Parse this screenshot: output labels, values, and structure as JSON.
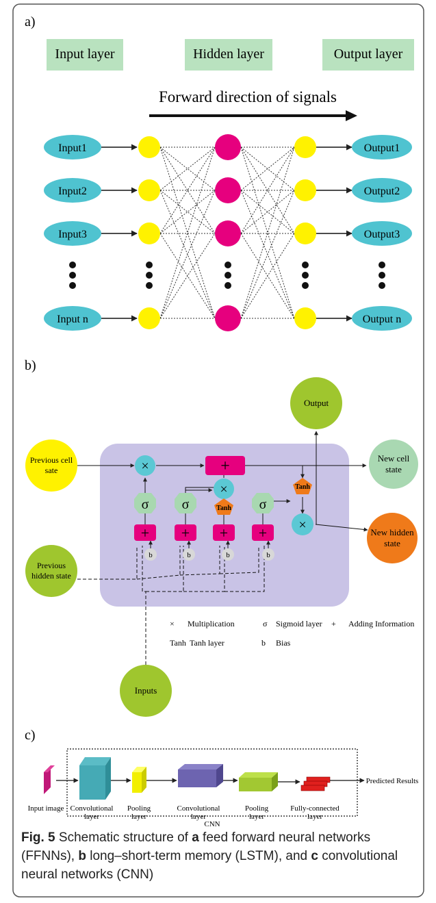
{
  "panel_a": {
    "label": "a)",
    "layers": [
      "Input layer",
      "Hidden layer",
      "Output layer"
    ],
    "direction": "Forward direction of signals",
    "inputs": [
      "Input1",
      "Input2",
      "Input3",
      "Input n"
    ],
    "outputs": [
      "Output1",
      "Output2",
      "Output3",
      "Output n"
    ],
    "colors": {
      "ellipse": "#4fc3d0",
      "node_yellow": "#fff200",
      "node_hidden": "#e6007e",
      "layer_box": "#b9e2bf"
    }
  },
  "panel_b": {
    "label": "b)",
    "output": "Output",
    "previous_cell": "Previous cell sate",
    "new_cell": "New cell state",
    "previous_hidden": "Previous hidden state",
    "new_hidden": "New hidden state",
    "inputs": "Inputs",
    "sigma": "σ",
    "tanh": "Tanh",
    "plus": "+",
    "times": "×",
    "bias": "b",
    "legend": {
      "mult_sym": "×",
      "mult": "Multiplication",
      "sig_sym": "σ",
      "sig": "Sigmoid layer",
      "add_sym": "+",
      "add": "Adding Information",
      "tanh_sym": "Tanh",
      "tanh": "Tanh layer",
      "bias_sym": "b",
      "bias": "Bias"
    },
    "colors": {
      "cell_bg": "#c9c3e6",
      "adder": "#e6007e",
      "mult": "#5bc8d4",
      "sigma": "#a8d8b0",
      "tanh": "#ef7a1a"
    }
  },
  "panel_c": {
    "label": "c)",
    "stages": [
      "Input image",
      "Convolutional layer",
      "Pooling layer",
      "Convolutional layer",
      "Pooling layer",
      "Fully-connected layer"
    ],
    "result": "Predicted Results",
    "cnn": "CNN"
  },
  "caption": {
    "fig": "Fig. 5",
    "t1": " Schematic structure of ",
    "a": "a",
    "t2": " feed forward neural networks (FFNNs), ",
    "b": "b",
    "t3": " long–short-term memory (LSTM), and ",
    "c": "c",
    "t4": " convolutional neural networks (CNN)"
  }
}
